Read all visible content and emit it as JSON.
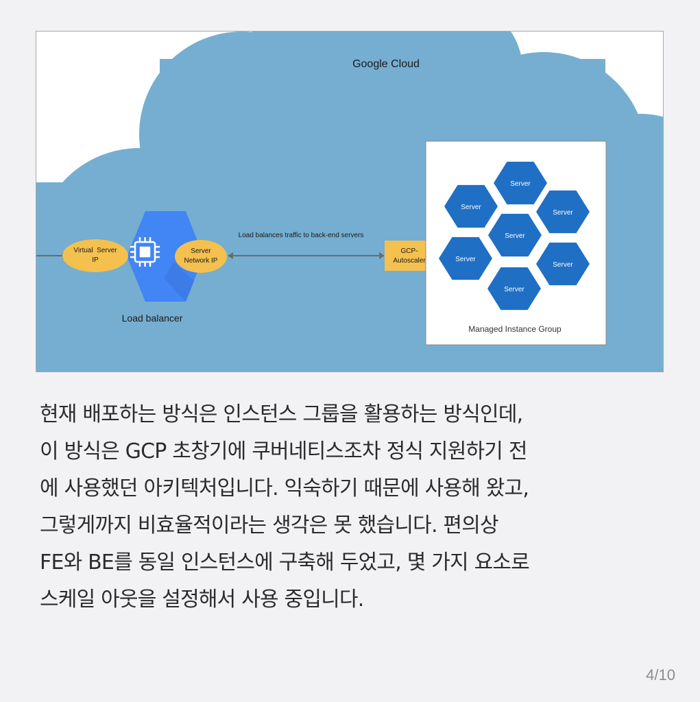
{
  "diagram": {
    "cloud_title": "Google Cloud",
    "load_balancer_label": "Load balancer",
    "virtual_ip": [
      "Virtual  Server",
      "IP"
    ],
    "server_network_ip": [
      "Server",
      "Network IP"
    ],
    "traffic_label": "Load balances traffic to back-end servers",
    "autoscaler": [
      "GCP-",
      "Autoscaler"
    ],
    "group_label": "Managed Instance Group",
    "servers": [
      "Server",
      "Server",
      "Server",
      "Server",
      "Server",
      "Server",
      "Server"
    ],
    "colors": {
      "cloud": "#75aed0",
      "hexagon": "#1f6fc5",
      "lb_hex": "#4285f4",
      "ellipse": "#f4c04e",
      "autoscaler": "#f4c04e"
    },
    "icons": [
      "chip-icon"
    ]
  },
  "caption": {
    "lines": [
      "현재 배포하는 방식은 인스턴스 그룹을 활용하는 방식인데,",
      "이 방식은 GCP 초창기에 쿠버네티스조차 정식 지원하기 전",
      "에 사용했던 아키텍처입니다. 익숙하기 때문에 사용해 왔고,",
      "그렇게까지 비효율적이라는 생각은 못 했습니다. 편의상",
      "FE와 BE를 동일 인스턴스에 구축해 두었고, 몇 가지 요소로",
      "스케일 아웃을 설정해서 사용 중입니다."
    ]
  },
  "page_indicator": "4/10"
}
